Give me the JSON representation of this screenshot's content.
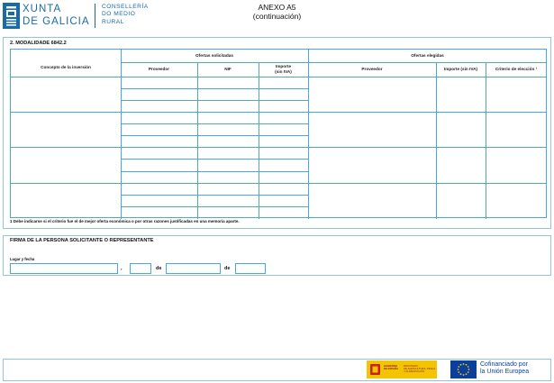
{
  "header": {
    "brand_line1": "XUNTA",
    "brand_line2": "DE GALICIA",
    "consel_lines": [
      "CONSELLERÍA",
      "DO MEDIO",
      "RURAL"
    ],
    "annex_title": "ANEXO A5",
    "annex_subtitle": "(continuación)"
  },
  "section1": {
    "title": "2. MODALIDADE 6842.2",
    "col_concept": "Concepto de la inversión",
    "group_solicited": "Ofertas solicitadas",
    "group_chosen": "Ofertas elegidas",
    "col_proveedor": "Proveedor",
    "col_nif": "NIF",
    "col_importe_line1": "Importe",
    "col_importe_line2": "(sin IVA)",
    "col_proveedor2": "Proveedor",
    "col_importe2": "Importe (sin IVA)",
    "col_criterio": "Criterio de elección ¹",
    "footnote": "1 Debe indicarse si el criterio fue el de mejor oferta económica o por otras razones justificadas en una memoria aparte."
  },
  "section2": {
    "title": "FIRMA DE LA PERSONA SOLICITANTE O REPRESENTANTE",
    "label_place_date": "Lugar y fecha",
    "sep_comma": ",",
    "sep_de1": "de",
    "sep_de2": "de",
    "fields": {
      "place": "",
      "day": "",
      "month": "",
      "year": ""
    }
  },
  "footer": {
    "ministry_lines": [
      "GOBIERNO",
      "DE ESPAÑA"
    ],
    "ministry_detail_lines": [
      "MINISTERIO",
      "DE AGRICULTURA, PESCA",
      "Y ALIMENTACIÓN"
    ],
    "eu_line1": "Cofinanciado por",
    "eu_line2": "la Unión Europea"
  },
  "colors": {
    "accent": "#4aa8d2",
    "brand": "#1a6aa6",
    "eu_blue": "#0b3f9e",
    "ministry_yellow": "#f3c400"
  }
}
